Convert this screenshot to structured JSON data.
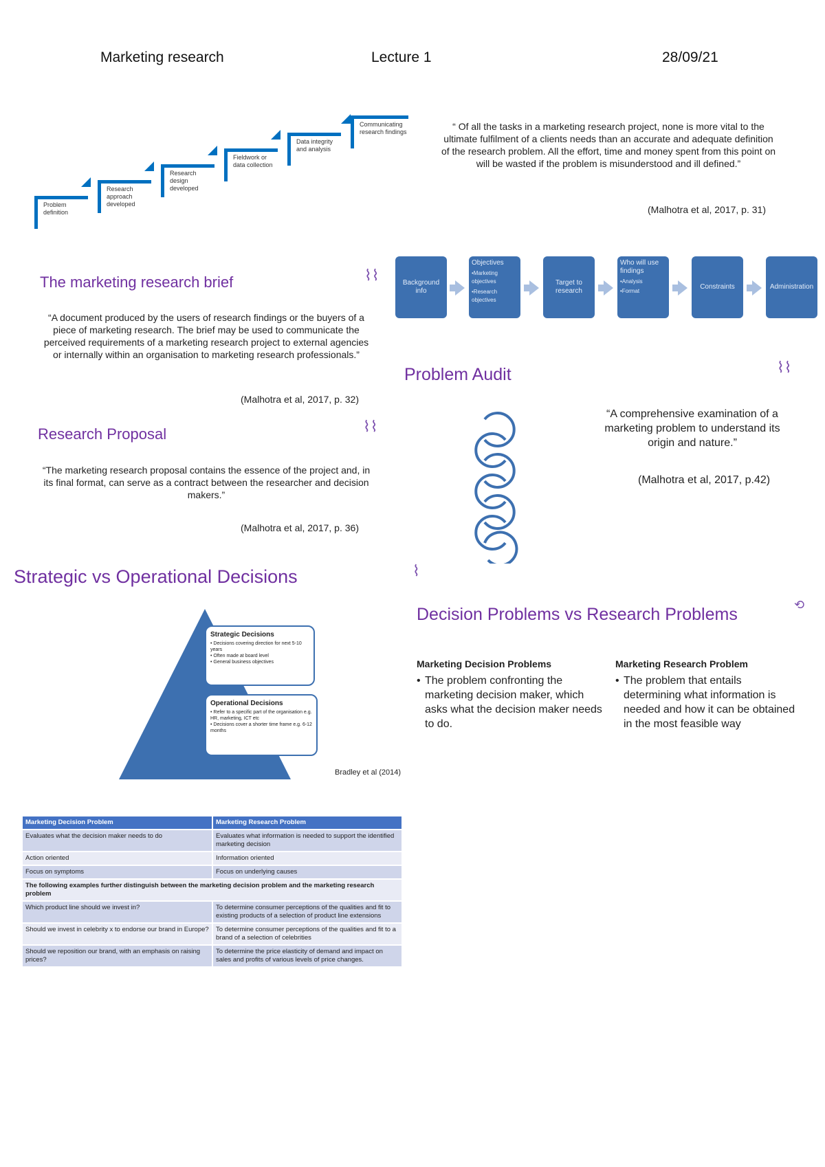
{
  "header": {
    "subject": "Marketing research",
    "lecture": "Lecture 1",
    "date": "28/09/21"
  },
  "process_steps": [
    "Problem definition",
    "Research approach developed",
    "Research design developed",
    "Fieldwork or data collection",
    "Data integrity and analysis",
    "Communicating research findings"
  ],
  "top_quote": {
    "text": "“ Of all the tasks in a marketing research project, none is more vital to the ultimate fulfilment of a clients needs than an accurate and adequate definition of the research problem.  All the effort, time and money spent from this point on will be wasted if the problem is misunderstood and ill defined.”",
    "citation": "(Malhotra et al, 2017, p. 31)"
  },
  "brief": {
    "title": "The marketing research brief",
    "quote": "“A document produced by the users of research findings or the buyers of a piece of marketing research. The brief may be used to communicate the perceived requirements of a marketing research project to external agencies or internally within an organisation to marketing research professionals.”",
    "citation": "(Malhotra et al, 2017, p. 32)"
  },
  "brief_flow": {
    "b1": "Background info",
    "b2_title": "Objectives",
    "b2_i1": "•Marketing objectives",
    "b2_i2": "•Research objectives",
    "b3": "Target to research",
    "b4_title": "Who will use findings",
    "b4_i1": "•Analysis",
    "b4_i2": "•Format",
    "b5": "Constraints",
    "b6": "Administration"
  },
  "proposal": {
    "title": "Research Proposal",
    "quote": "“The marketing research proposal contains the essence of the project and, in its final format, can serve as a contract between the researcher and decision makers.”",
    "citation": "(Malhotra et al, 2017, p. 36)"
  },
  "audit": {
    "title": "Problem Audit",
    "quote": "“A comprehensive examination of a marketing problem to understand its origin and nature.”",
    "citation": "(Malhotra et al, 2017, p.42)"
  },
  "strategic": {
    "title": "Strategic vs Operational Decisions",
    "strategic_heading": "Strategic Decisions",
    "strategic_i1": "• Decisions covering direction for next 5-10 years",
    "strategic_i2": "• Often made at board level",
    "strategic_i3": "• General business objectives",
    "operational_heading": "Operational Decisions",
    "operational_i1": "• Refer to a specific part of the organisation e.g. HR, marketing, ICT etc",
    "operational_i2": "• Decisions cover a shorter time frame e.g. 6-12 months",
    "citation": "Bradley et al (2014)"
  },
  "decision_vs_research": {
    "title": "Decision Problems vs Research Problems",
    "left_heading": "Marketing Decision Problems",
    "left_text": "The problem confronting the marketing decision maker, which asks what the decision maker needs to do.",
    "right_heading": "Marketing Research Problem",
    "right_text": "The problem that entails determining what information is needed and how it can be obtained in the most feasible way"
  },
  "table": {
    "h1": "Marketing Decision Problem",
    "h2": "Marketing Research Problem",
    "r1c1": "Evaluates what the decision maker needs to do",
    "r1c2": "Evaluates what information is needed to support the identified marketing decision",
    "r2c1": "Action oriented",
    "r2c2": "Information oriented",
    "r3c1": "Focus on symptoms",
    "r3c2": "Focus on underlying causes",
    "span": "The following examples further distinguish between the marketing decision problem and the marketing research problem",
    "r4c1": "Which product line should we invest in?",
    "r4c2": "To determine consumer perceptions of the qualities and fit to existing products of a selection of product line extensions",
    "r5c1": "Should we invest in celebrity x to endorse our brand in Europe?",
    "r5c2": "To determine consumer perceptions of the qualities and fit to a brand of a selection of celebrities",
    "r6c1": "Should we reposition our brand, with an emphasis on raising prices?",
    "r6c2": "To determine the price elasticity of demand and impact on sales and profits of various levels of price changes."
  }
}
